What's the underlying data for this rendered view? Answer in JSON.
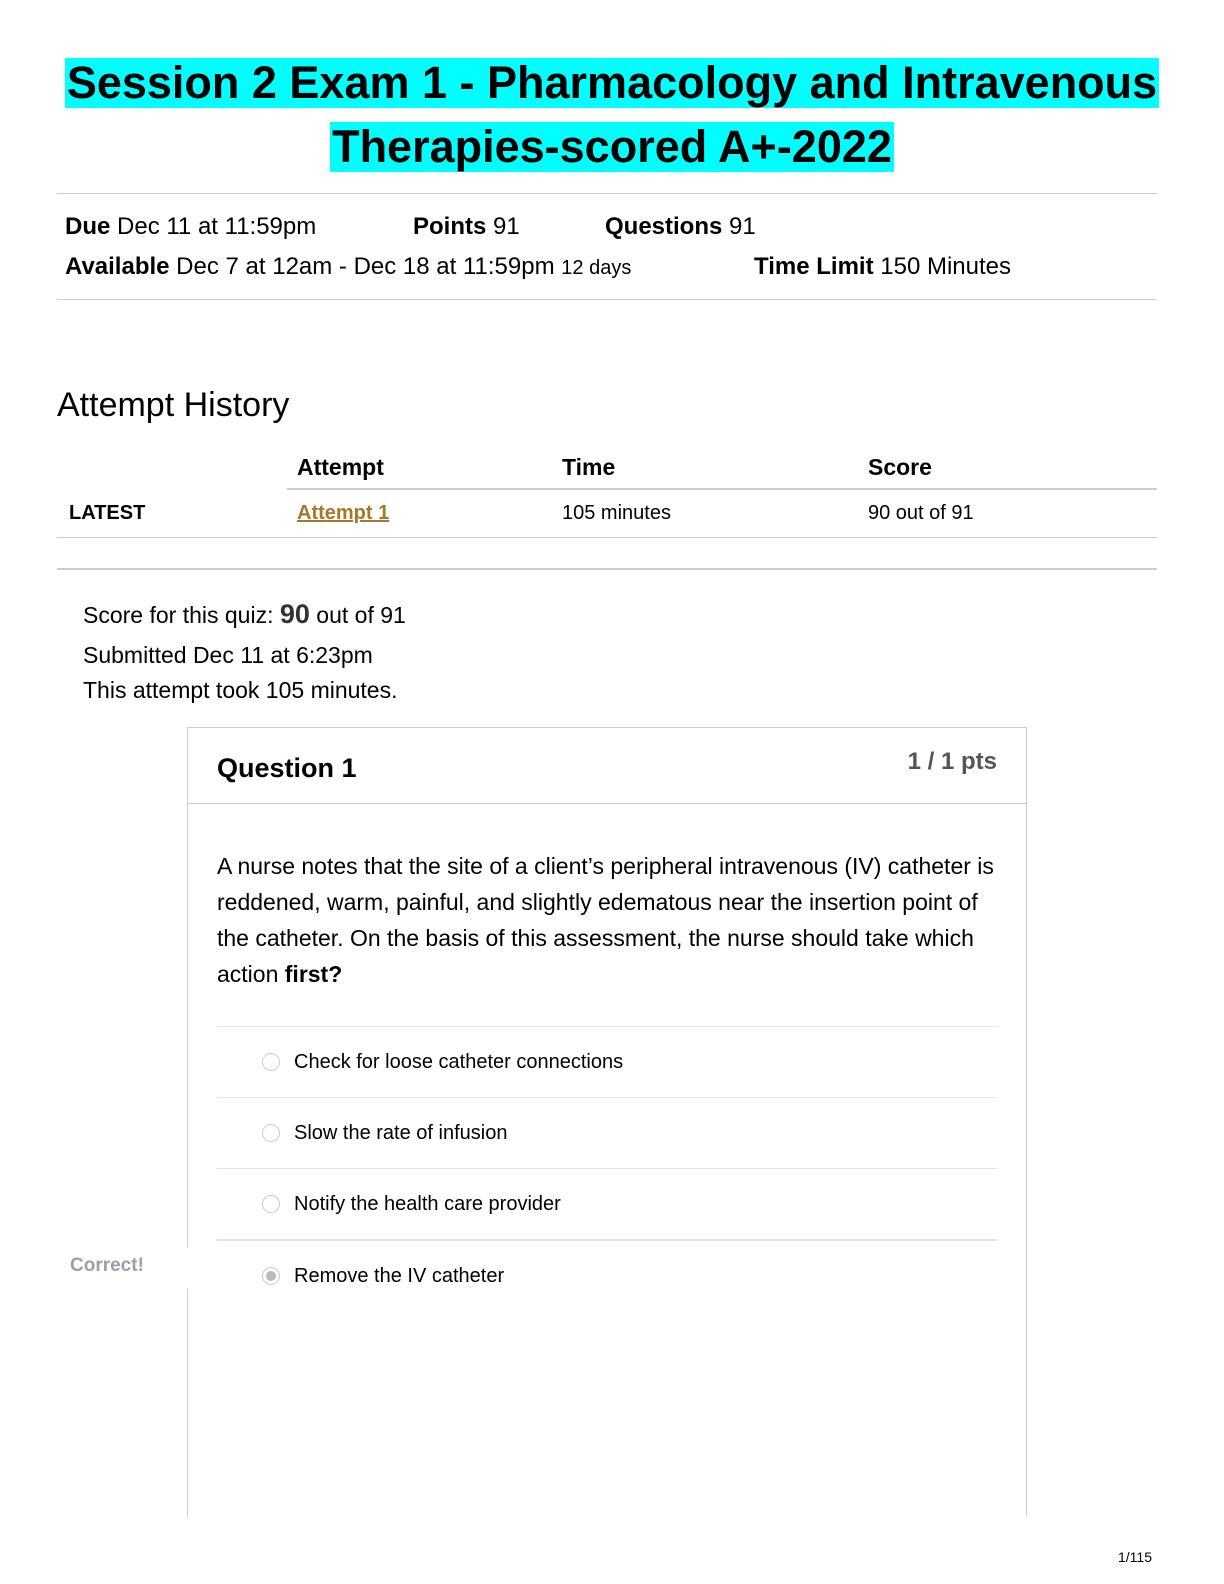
{
  "document": {
    "title_line1": "Session 2 Exam 1 - Pharmacology and Intravenous",
    "title_line2": "Therapies-scored A+-2022",
    "highlight_color": "#00ffff"
  },
  "quiz_meta": {
    "due_label": "Due",
    "due_value": "Dec 11 at 11:59pm",
    "points_label": "Points",
    "points_value": "91",
    "questions_label": "Questions",
    "questions_value": "91",
    "available_label": "Available",
    "available_value": "Dec 7 at 12am - Dec 18 at 11:59pm",
    "available_days": "12 days",
    "time_limit_label": "Time Limit",
    "time_limit_value": "150 Minutes"
  },
  "attempt_history": {
    "heading": "Attempt History",
    "columns": [
      "Attempt",
      "Time",
      "Score"
    ],
    "rows": [
      {
        "tag": "LATEST",
        "attempt": "Attempt 1",
        "time": "105 minutes",
        "score": "90 out of 91"
      }
    ]
  },
  "summary": {
    "score_prefix": "Score for this quiz:",
    "score_value": "90",
    "score_suffix": "out of 91",
    "submitted": "Submitted Dec 11 at 6:23pm",
    "duration": "This attempt took 105 minutes."
  },
  "question": {
    "title": "Question 1",
    "points": "1 / 1 pts",
    "text_main": "A nurse notes that the site of a client’s peripheral intravenous (IV) catheter is reddened, warm, painful, and slightly edematous near the insertion point of the catheter. On the basis of this assessment, the nurse should take which action",
    "text_emphasis": "first?",
    "answers": [
      {
        "label": "Check for loose catheter connections",
        "selected": false
      },
      {
        "label": "Slow the rate of infusion",
        "selected": false
      },
      {
        "label": "Notify the health care provider",
        "selected": false
      },
      {
        "label": "Remove the IV catheter",
        "selected": true
      }
    ],
    "correct_flag": "Correct!"
  },
  "footer": {
    "page": "1/115"
  }
}
